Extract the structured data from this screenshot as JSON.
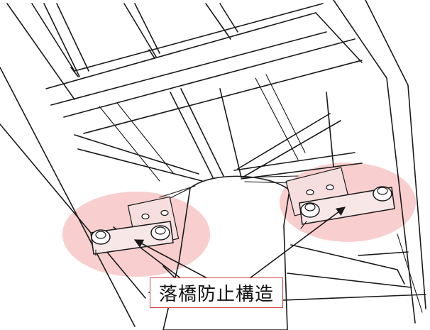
{
  "callout": {
    "label": "落橋防止構造",
    "border_color": "#d94040"
  },
  "highlight": {
    "color": "#f4a6a6",
    "count": 2
  },
  "arrows": {
    "target_count": 2
  }
}
